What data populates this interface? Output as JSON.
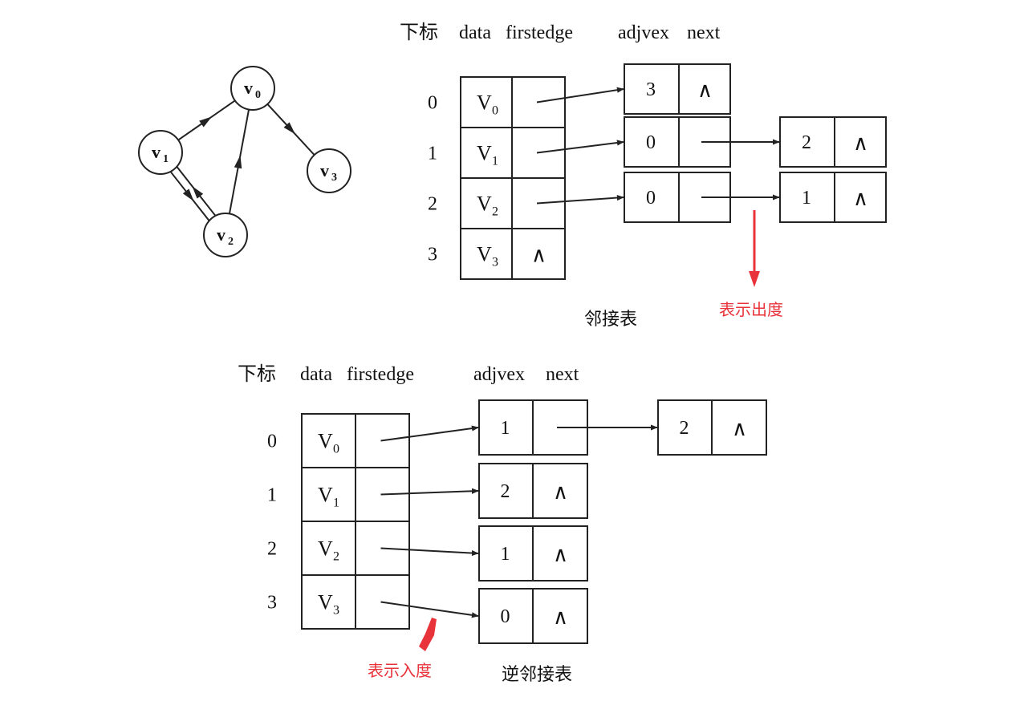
{
  "graph": {
    "nodes": [
      {
        "id": "v0",
        "letter": "v",
        "sub": "0"
      },
      {
        "id": "v1",
        "letter": "v",
        "sub": "1"
      },
      {
        "id": "v2",
        "letter": "v",
        "sub": "2"
      },
      {
        "id": "v3",
        "letter": "v",
        "sub": "3"
      }
    ],
    "edges": [
      {
        "from": "v1",
        "to": "v0"
      },
      {
        "from": "v0",
        "to": "v3"
      },
      {
        "from": "v1",
        "to": "v2"
      },
      {
        "from": "v2",
        "to": "v1"
      },
      {
        "from": "v2",
        "to": "v0"
      }
    ]
  },
  "adjacency_list": {
    "headers": {
      "index": "下标",
      "data": "data",
      "firstedge": "firstedge",
      "adjvex": "adjvex",
      "next": "next"
    },
    "rows": [
      {
        "index": "0",
        "letter": "V",
        "sub": "0",
        "first_null": false,
        "chain": [
          {
            "adjvex": "3",
            "next_null": true
          }
        ]
      },
      {
        "index": "1",
        "letter": "V",
        "sub": "1",
        "first_null": false,
        "chain": [
          {
            "adjvex": "0",
            "next_null": false
          },
          {
            "adjvex": "2",
            "next_null": true
          }
        ]
      },
      {
        "index": "2",
        "letter": "V",
        "sub": "2",
        "first_null": false,
        "chain": [
          {
            "adjvex": "0",
            "next_null": false
          },
          {
            "adjvex": "1",
            "next_null": true
          }
        ]
      },
      {
        "index": "3",
        "letter": "V",
        "sub": "3",
        "first_null": true,
        "chain": []
      }
    ],
    "null_symbol": "∧",
    "caption": "邻接表",
    "annotation": "表示出度",
    "annotation_color": "#e8333a"
  },
  "inverse_adjacency_list": {
    "headers": {
      "index": "下标",
      "data": "data",
      "firstedge": "firstedge",
      "adjvex": "adjvex",
      "next": "next"
    },
    "rows": [
      {
        "index": "0",
        "letter": "V",
        "sub": "0",
        "first_null": false,
        "chain": [
          {
            "adjvex": "1",
            "next_null": false
          },
          {
            "adjvex": "2",
            "next_null": true
          }
        ]
      },
      {
        "index": "1",
        "letter": "V",
        "sub": "1",
        "first_null": false,
        "chain": [
          {
            "adjvex": "2",
            "next_null": true
          }
        ]
      },
      {
        "index": "2",
        "letter": "V",
        "sub": "2",
        "first_null": false,
        "chain": [
          {
            "adjvex": "1",
            "next_null": true
          }
        ]
      },
      {
        "index": "3",
        "letter": "V",
        "sub": "3",
        "first_null": false,
        "chain": [
          {
            "adjvex": "0",
            "next_null": true
          }
        ]
      }
    ],
    "null_symbol": "∧",
    "caption": "逆邻接表",
    "annotation": "表示入度",
    "annotation_color": "#e8333a"
  }
}
